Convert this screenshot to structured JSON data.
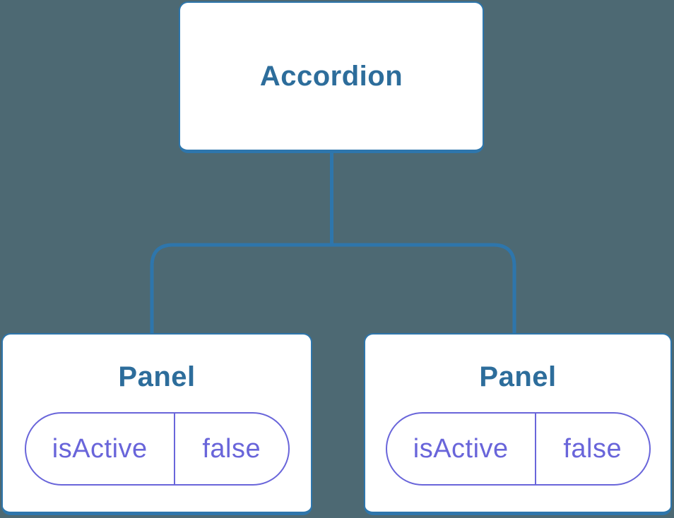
{
  "tree": {
    "root": {
      "label": "Accordion"
    },
    "children": [
      {
        "label": "Panel",
        "state_name": "isActive",
        "state_value": "false"
      },
      {
        "label": "Panel",
        "state_name": "isActive",
        "state_value": "false"
      }
    ]
  },
  "colors": {
    "background": "#4D6973",
    "connector": "#2E76AC",
    "node_border": "#2E76AC",
    "node_title": "#2D6D9B",
    "state_accent": "#6965DA",
    "node_background": "#FFFFFF"
  }
}
